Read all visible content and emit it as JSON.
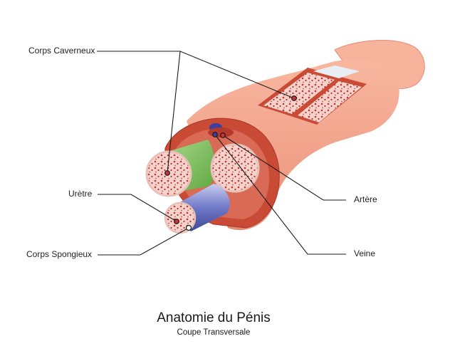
{
  "diagram": {
    "labels": {
      "corps_caverneux": "Corps Caverneux",
      "uretre": "Urètre",
      "corps_spongieux": "Corps Spongieux",
      "artere": "Artère",
      "veine": "Veine"
    },
    "title": "Anatomie du Pénis",
    "subtitle": "Coupe Transversale"
  },
  "colors": {
    "skin": "#f5a98e",
    "skin_dark": "#e98f74",
    "tunica": "#c94a35",
    "tissue": "#f3cfc7",
    "tissue_spot": "#c8323a",
    "green_sheath": "#7fc05a",
    "blue_sheath": "#6a74c4",
    "leader_line": "#1a1a1a"
  }
}
